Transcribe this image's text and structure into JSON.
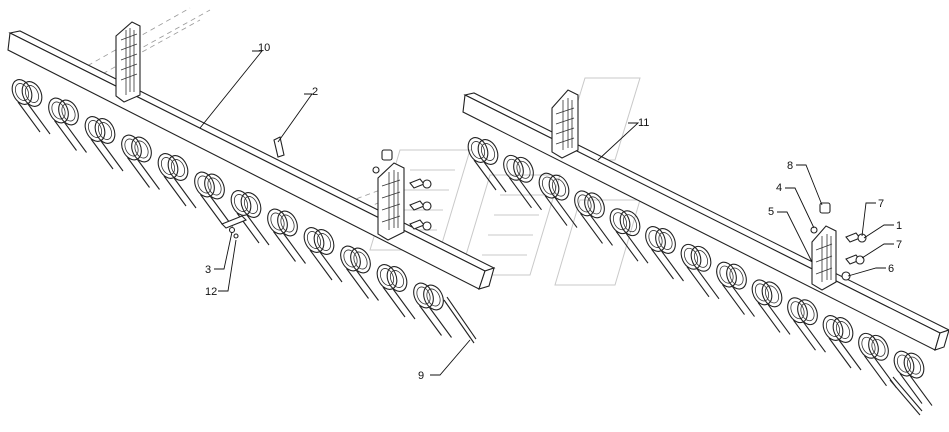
{
  "labels": {
    "p1": "1",
    "p2": "2",
    "p3": "3",
    "p4": "4",
    "p5": "5",
    "p6": "6",
    "p7a": "7",
    "p7b": "7",
    "p8": "8",
    "p9": "9",
    "p10": "10",
    "p11": "11",
    "p12": "12"
  }
}
